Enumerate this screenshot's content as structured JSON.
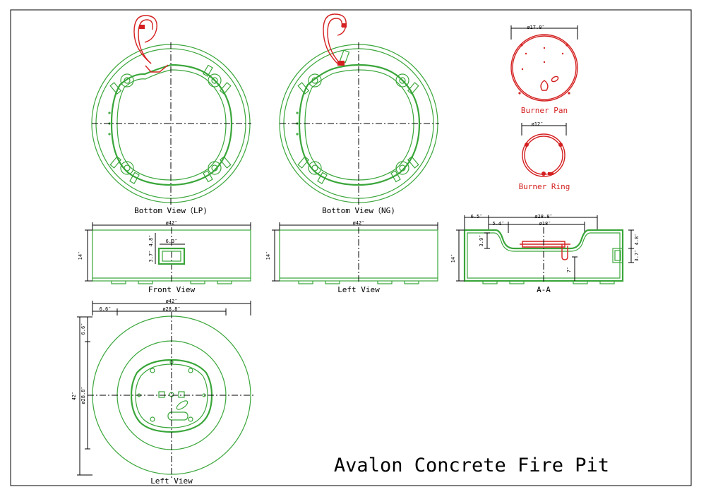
{
  "title": "Avalon Concrete Fire Pit",
  "views": {
    "bottom_lp": "Bottom View（LP)",
    "bottom_ng": "Bottom View（NG)",
    "burner_pan": "Burner Pan",
    "burner_ring": "Burner Ring",
    "front": "Front View",
    "left": "Left View",
    "section": "A-A",
    "top": "Left View"
  },
  "dimensions": {
    "pan_dia": "ø17.8″",
    "ring_dia": "ø12″",
    "front_width": "ø42″",
    "front_height": "14″",
    "front_opening_w": "6.3″",
    "front_opening_h": "3.7″",
    "front_opening_top": "4.8″",
    "left_width": "ø42″",
    "left_height": "14″",
    "aa_offset": "6.5″",
    "aa_bowl": "ø28.8″",
    "aa_inner_offset": "5.4″",
    "aa_pan": "ø18″",
    "aa_height": "14″",
    "aa_depth": "3.9″",
    "aa_side_top": "4.8″",
    "aa_side_open": "3.7″",
    "aa_burner_h": "7″",
    "top_width": "ø42″",
    "top_offset": "6.6″",
    "top_bowl": "ø28.8″",
    "top_v_offset": "6.6″",
    "top_v_bowl": "ø28.8″",
    "top_v_total": "42″"
  },
  "colors": {
    "outline": "#3aa63a",
    "gas": "#d42020",
    "dimension": "#000000"
  }
}
